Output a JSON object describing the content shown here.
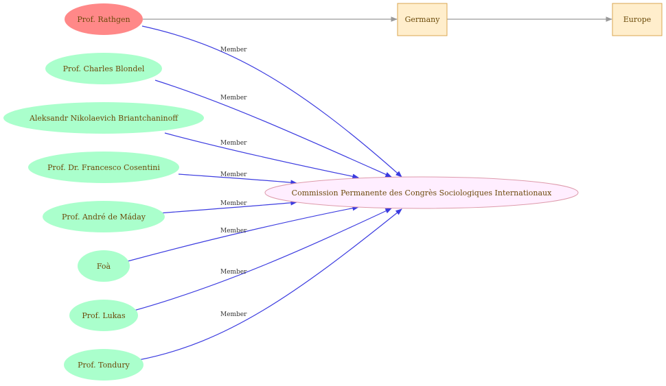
{
  "colors": {
    "person_fill": "#aaffcc",
    "highlight_fill": "#ff8888",
    "org_fill": "#ffeeff",
    "org_stroke": "#dd99aa",
    "place_fill": "#ffeecc",
    "place_stroke": "#d9a650",
    "member_edge": "#3b3be0",
    "location_edge": "#999999",
    "text": "#6b4a0a"
  },
  "nodes": {
    "rathgen": "Prof. Rathgen",
    "blondel": "Prof.  Charles Blondel",
    "briantchaninoff": "Aleksandr Nikolaevich  Briantchaninoff",
    "cosentini": "Prof. Dr. Francesco Cosentini",
    "maday": "Prof.  André de Máday",
    "foa": "Foà",
    "lukas": "Prof. Lukas",
    "tondury": "Prof. Tondury",
    "commission": "Commission Permanente des Congrès Sociologiques Internationaux",
    "germany": "Germany",
    "europe": "Europe"
  },
  "edges": {
    "member_label": "Member"
  }
}
